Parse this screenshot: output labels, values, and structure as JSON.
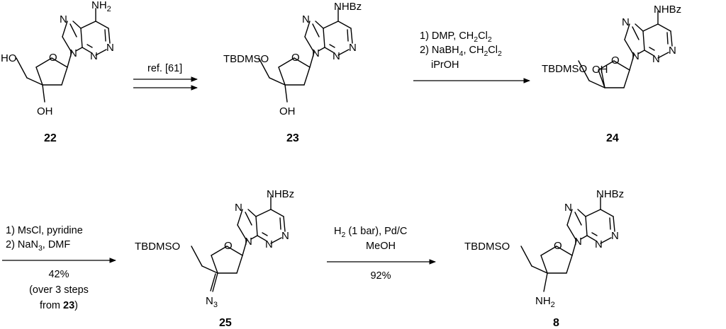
{
  "compounds": {
    "c22": {
      "id": "22",
      "nh": "NH",
      "nh_sub": "2",
      "o5": "HO",
      "o3": "OH"
    },
    "c23": {
      "id": "23",
      "nh": "NHBz",
      "o5": "TBDMSO",
      "o3": "OH"
    },
    "c24": {
      "id": "24",
      "nh": "NHBz",
      "o5": "TBDMSO",
      "o3": "OH"
    },
    "c25": {
      "id": "25",
      "nh": "NHBz",
      "o5": "TBDMSO",
      "sub": "N",
      "sub_sub": "3"
    },
    "c8": {
      "id": "8",
      "nh": "NHBz",
      "o5": "TBDMSO",
      "sub": "NH",
      "sub_sub": "2"
    }
  },
  "atoms": {
    "n": "N",
    "o": "O"
  },
  "steps": {
    "s1": {
      "above": "ref. [61]"
    },
    "s2": {
      "l1": {
        "a": "1) DMP, CH",
        "b": "2",
        "c": "Cl",
        "d": "2"
      },
      "l2": {
        "a": "2) NaBH",
        "b": "4",
        "c": ", CH",
        "d": "2",
        "e": "Cl",
        "f": "2"
      },
      "l3": "iPrOH"
    },
    "s3": {
      "l1": "1) MsCl, pyridine",
      "l2": {
        "a": "2) NaN",
        "b": "3",
        "c": ", DMF"
      },
      "yield": "42%",
      "note1": "(over 3 steps",
      "note2": {
        "a": "from ",
        "b": "23",
        "c": ")"
      }
    },
    "s4": {
      "l1": {
        "a": "H",
        "b": "2",
        "c": " (1 bar), Pd/C"
      },
      "l2": "MeOH",
      "yield": "92%"
    }
  }
}
